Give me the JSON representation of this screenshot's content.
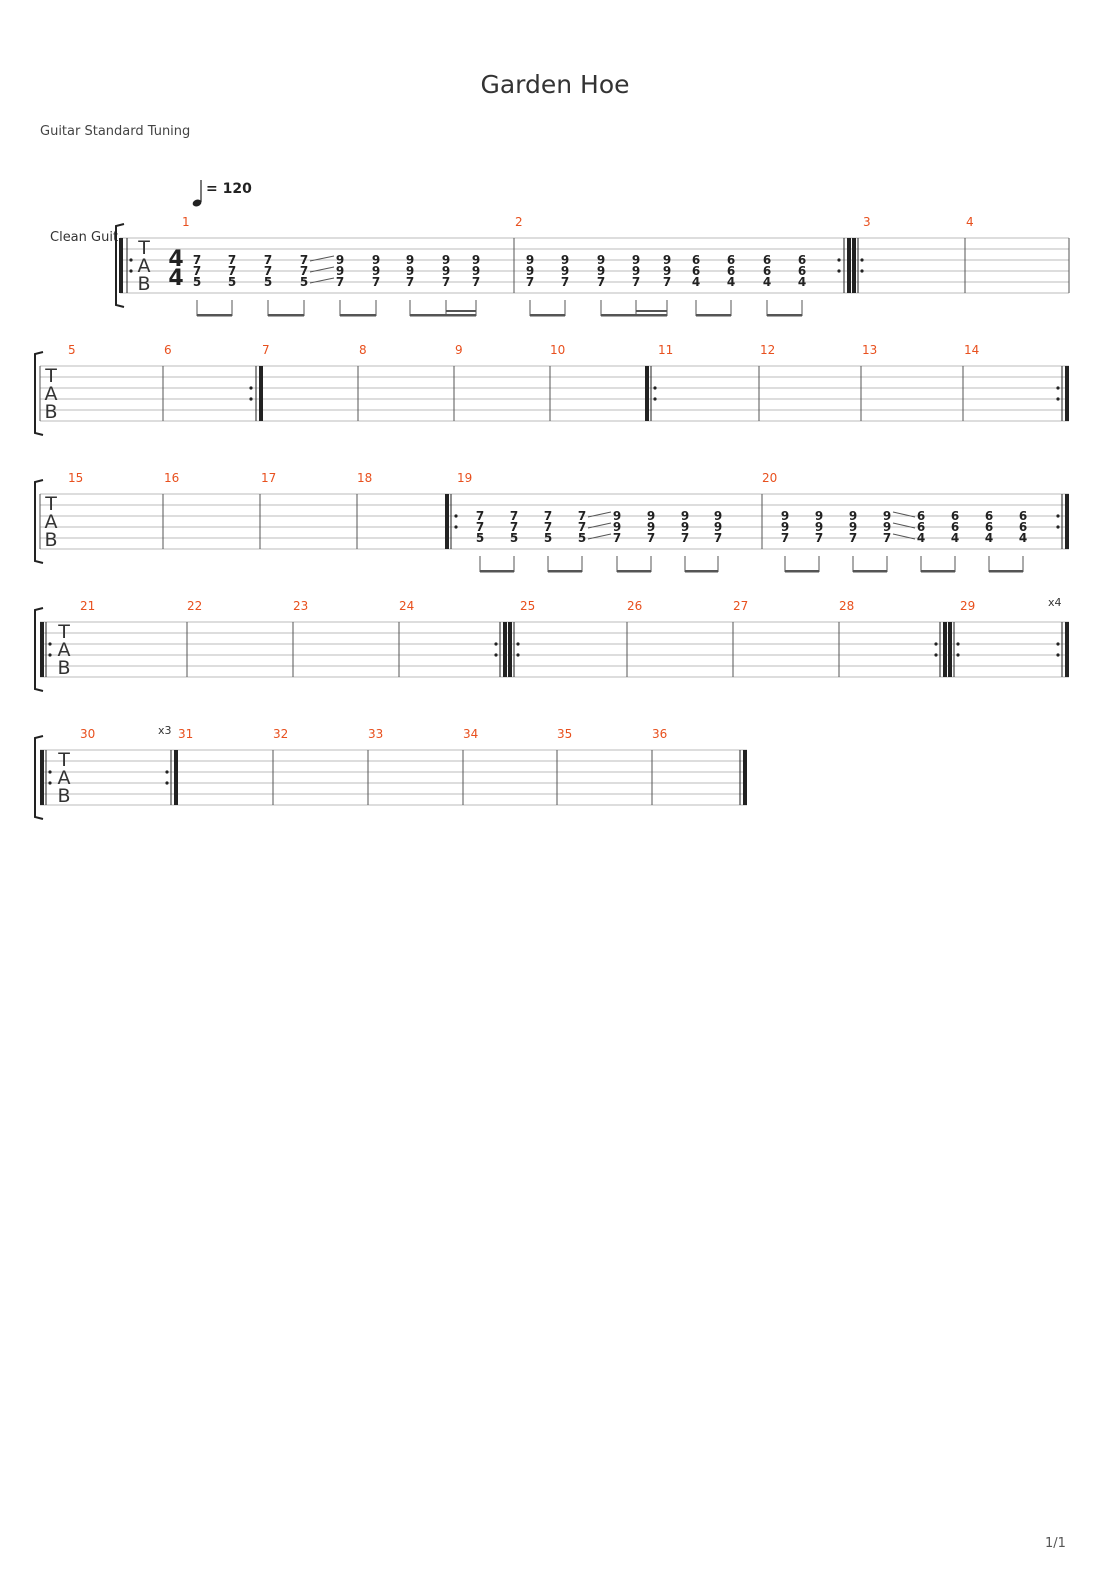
{
  "title": "Garden Hoe",
  "tuning": "Guitar Standard Tuning",
  "track_name": "Clean Guit",
  "tempo": {
    "symbol": "= 120",
    "bpm": 120
  },
  "time_signature": {
    "top": "4",
    "bottom": "4"
  },
  "page_number": "1/1",
  "tab_letters": [
    "T",
    "A",
    "B"
  ],
  "repeat_counts": {
    "measure_29": "x4",
    "measure_30": "x3"
  },
  "riff_a": {
    "chords": [
      [
        "7",
        "7",
        "5"
      ],
      [
        "7",
        "7",
        "5"
      ],
      [
        "7",
        "7",
        "5"
      ],
      [
        "7",
        "7",
        "5"
      ],
      [
        "9",
        "9",
        "7"
      ],
      [
        "9",
        "9",
        "7"
      ],
      [
        "9",
        "9",
        "7"
      ],
      [
        "9",
        "9",
        "7"
      ],
      [
        "9",
        "9",
        "7"
      ]
    ]
  },
  "riff_b": {
    "chords": [
      [
        "9",
        "9",
        "7"
      ],
      [
        "9",
        "9",
        "7"
      ],
      [
        "9",
        "9",
        "7"
      ],
      [
        "9",
        "9",
        "7"
      ],
      [
        "9",
        "9",
        "7"
      ],
      [
        "6",
        "6",
        "4"
      ],
      [
        "6",
        "6",
        "4"
      ],
      [
        "6",
        "6",
        "4"
      ],
      [
        "6",
        "6",
        "4"
      ]
    ]
  },
  "riff_c": {
    "chords": [
      [
        "7",
        "7",
        "5"
      ],
      [
        "7",
        "7",
        "5"
      ],
      [
        "7",
        "7",
        "5"
      ],
      [
        "7",
        "7",
        "5"
      ],
      [
        "9",
        "9",
        "7"
      ],
      [
        "9",
        "9",
        "7"
      ],
      [
        "9",
        "9",
        "7"
      ],
      [
        "9",
        "9",
        "7"
      ]
    ]
  },
  "riff_d": {
    "chords": [
      [
        "9",
        "9",
        "7"
      ],
      [
        "9",
        "9",
        "7"
      ],
      [
        "9",
        "9",
        "7"
      ],
      [
        "9",
        "9",
        "7"
      ],
      [
        "6",
        "6",
        "4"
      ],
      [
        "6",
        "6",
        "4"
      ],
      [
        "6",
        "6",
        "4"
      ],
      [
        "6",
        "6",
        "4"
      ]
    ]
  },
  "measure_numbers": {
    "system1": [
      "1",
      "2",
      "3",
      "4"
    ],
    "system2": [
      "5",
      "6",
      "7",
      "8",
      "9",
      "10",
      "11",
      "12",
      "13",
      "14"
    ],
    "system3": [
      "15",
      "16",
      "17",
      "18",
      "19",
      "20"
    ],
    "system4": [
      "21",
      "22",
      "23",
      "24",
      "25",
      "26",
      "27",
      "28",
      "29"
    ],
    "system5": [
      "30",
      "31",
      "32",
      "33",
      "34",
      "35",
      "36"
    ]
  }
}
